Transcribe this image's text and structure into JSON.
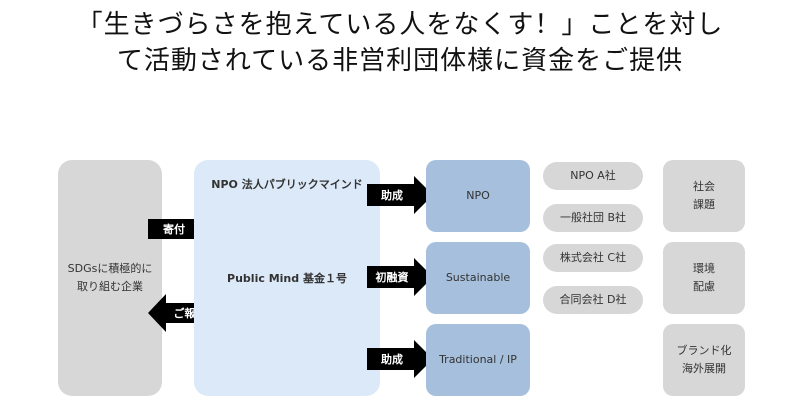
{
  "header": {
    "title_line1": "「生きづらさを抱えている人をなくす！」ことを対し",
    "title_line2": "て活動されている非営利団体様に資金をご提供"
  },
  "diagram": {
    "donor": {
      "line1": "SDGsに積極的に",
      "line2": "取り組む企業"
    },
    "donate_arrow": "寄付",
    "report_arrow": "ご報告",
    "fund": {
      "org_label": "NPO 法人パブリックマインド",
      "name": "Public Mind 基金１号"
    },
    "channels": [
      {
        "arrow": "助成",
        "target": "NPO"
      },
      {
        "arrow": "初融資",
        "target": "Sustainable"
      },
      {
        "arrow": "助成",
        "target": "Traditional / IP"
      }
    ],
    "recipients": [
      "NPO A社",
      "一般社団 B社",
      "株式会社 C社",
      "合同会社 D社"
    ],
    "themes": [
      {
        "line1": "社会",
        "line2": "課題"
      },
      {
        "line1": "環境",
        "line2": "配慮"
      },
      {
        "line1": "ブランド化",
        "line2": "海外展開"
      }
    ]
  },
  "colors": {
    "gray_box": "#d7d7d7",
    "blue_box": "#a5bfdc",
    "light_blue_box": "#dce9f8",
    "arrow": "#000000"
  }
}
